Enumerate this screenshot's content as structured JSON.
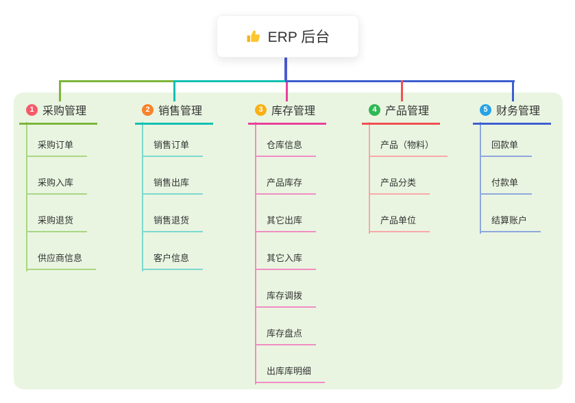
{
  "root": {
    "title": "ERP 后台",
    "icon": "thumbs-up-icon"
  },
  "branches": [
    {
      "badge": "1",
      "label": "采购管理",
      "badge_color": "#f75b69",
      "line_color": "#7cb53b",
      "child_color": "#a9d685",
      "children": [
        "采购订单",
        "采购入库",
        "采购退货",
        "供应商信息"
      ]
    },
    {
      "badge": "2",
      "label": "销售管理",
      "badge_color": "#f8832c",
      "line_color": "#13bfb2",
      "child_color": "#7bd8cf",
      "children": [
        "销售订单",
        "销售出库",
        "销售退货",
        "客户信息"
      ]
    },
    {
      "badge": "3",
      "label": "库存管理",
      "badge_color": "#f9b016",
      "line_color": "#e8419c",
      "child_color": "#f18cc4",
      "children": [
        "仓库信息",
        "产品库存",
        "其它出库",
        "其它入库",
        "库存调拨",
        "库存盘点",
        "出库库明细"
      ]
    },
    {
      "badge": "4",
      "label": "产品管理",
      "badge_color": "#2fb853",
      "line_color": "#f04f51",
      "child_color": "#f8a8a8",
      "children": [
        "产品（物料）",
        "产品分类",
        "产品单位"
      ]
    },
    {
      "badge": "5",
      "label": "财务管理",
      "badge_color": "#27a3e5",
      "line_color": "#3d5ecf",
      "child_color": "#8fa7dd",
      "children": [
        "回款单",
        "付款单",
        "结算账户"
      ]
    }
  ],
  "colors": {
    "panel": "#e9f5e1",
    "stem": "#4a5ad0",
    "text": "#333333",
    "card_bg": "#ffffff"
  }
}
